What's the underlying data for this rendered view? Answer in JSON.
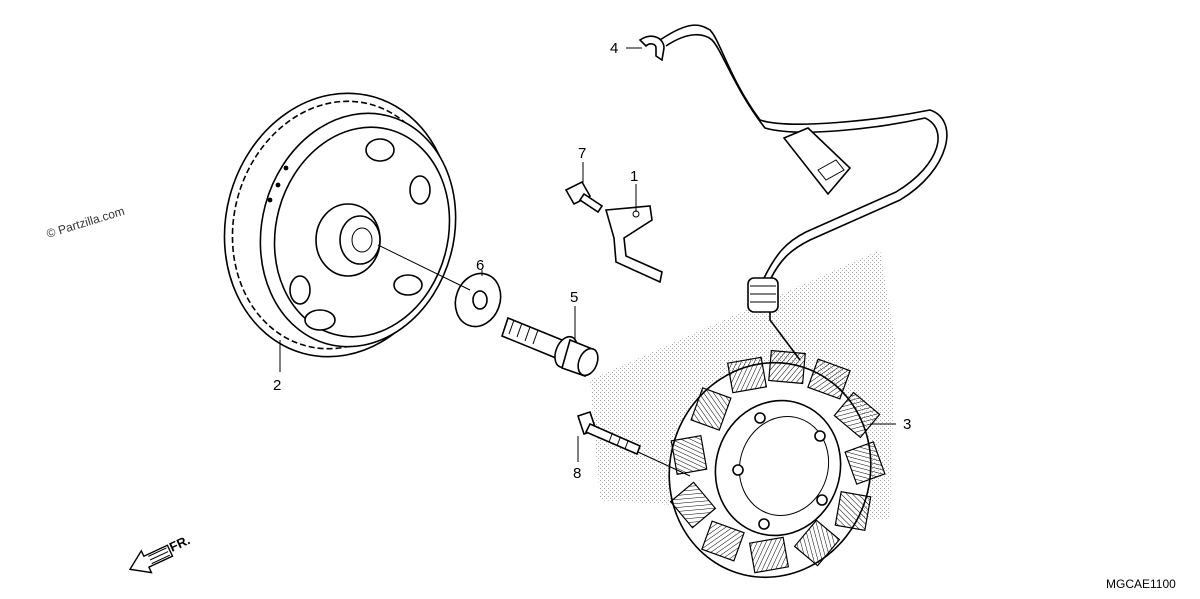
{
  "watermark": "© Partzilla.com",
  "diagram_code": "MGCAE1100",
  "direction_label": "FR.",
  "callouts": [
    {
      "id": "1",
      "label": "1"
    },
    {
      "id": "2",
      "label": "2"
    },
    {
      "id": "3",
      "label": "3"
    },
    {
      "id": "4",
      "label": "4"
    },
    {
      "id": "5",
      "label": "5"
    },
    {
      "id": "6",
      "label": "6"
    },
    {
      "id": "7",
      "label": "7"
    },
    {
      "id": "8",
      "label": "8"
    }
  ]
}
